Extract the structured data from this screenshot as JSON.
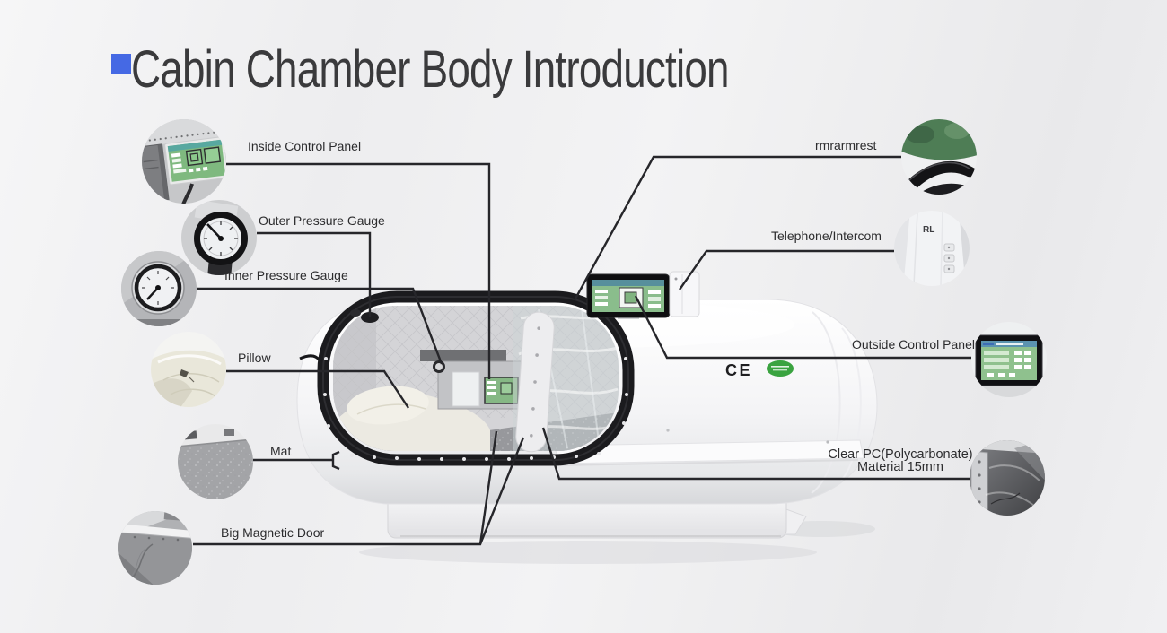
{
  "title": {
    "text": "Cabin Chamber Body Introduction"
  },
  "callouts": {
    "inside_control_panel": {
      "label": "Inside Control Panel"
    },
    "outer_pressure_gauge": {
      "label": "Outer Pressure Gauge"
    },
    "inner_pressure_gauge": {
      "label": "Inner Pressure Gauge"
    },
    "pillow": {
      "label": "Pillow"
    },
    "mat": {
      "label": "Mat"
    },
    "big_magnetic_door": {
      "label": "Big Magnetic Door"
    },
    "armrest": {
      "label": "rmrarmrest"
    },
    "telephone_intercom": {
      "label": "Telephone/Intercom"
    },
    "outside_control_panel": {
      "label": "Outside Control Panel"
    },
    "clear_pc_material": {
      "label_line1": "Clear PC(Polycarbonate)",
      "label_line2": "Material 15mm"
    }
  },
  "machine": {
    "ce_mark": "CE",
    "intercom_brand": "RL"
  },
  "colors": {
    "accent_blue": "#4569e4",
    "callout_line": "#26262a",
    "label_text": "#2c2c2e",
    "screen_green": "#8abd8c",
    "badge_green": "#3aa340"
  }
}
